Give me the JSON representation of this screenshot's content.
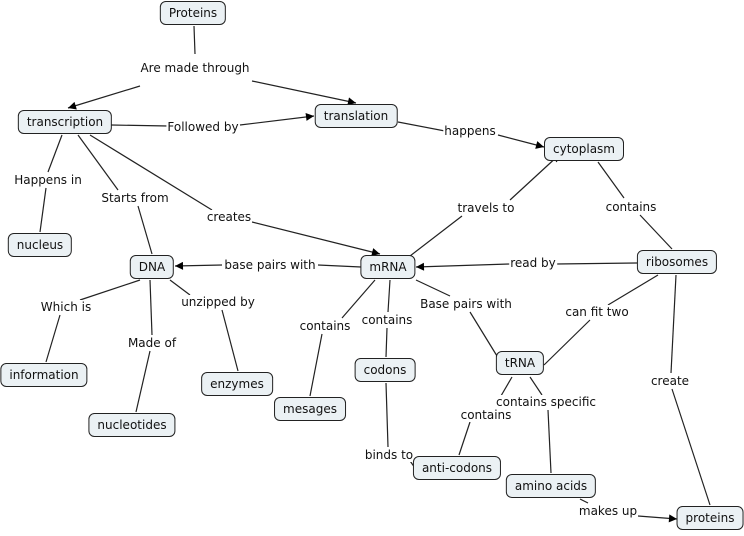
{
  "concepts": {
    "proteins_top": "Proteins",
    "transcription": "transcription",
    "translation": "translation",
    "cytoplasm": "cytoplasm",
    "nucleus": "nucleus",
    "dna": "DNA",
    "mrna": "mRNA",
    "ribosomes": "ribosomes",
    "information": "information",
    "nucleotides": "nucleotides",
    "enzymes": "enzymes",
    "mesages": "mesages",
    "codons": "codons",
    "trna": "tRNA",
    "anticodons": "anti-codons",
    "amino_acids": "amino acids",
    "proteins_bottom": "proteins"
  },
  "links": {
    "are_made_through": "Are made through",
    "followed_by": "Followed by",
    "happens": "happens",
    "happens_in": "Happens in",
    "starts_from": "Starts from",
    "creates": "creates",
    "travels_to": "travels to",
    "contains_ribosomes": "contains",
    "base_pairs_with_dna": "base pairs with",
    "read_by": "read by",
    "which_is": "Which is",
    "unzipped_by": "unzipped by",
    "made_of": "Made of",
    "contains_mesages": "contains",
    "contains_codons": "contains",
    "base_pairs_with_trna": "Base pairs with",
    "can_fit_two": "can fit two",
    "create": "create",
    "contains_specific": "contains specific",
    "contains_anticodons": "contains",
    "binds_to": "binds to",
    "makes_up": "makes up"
  }
}
